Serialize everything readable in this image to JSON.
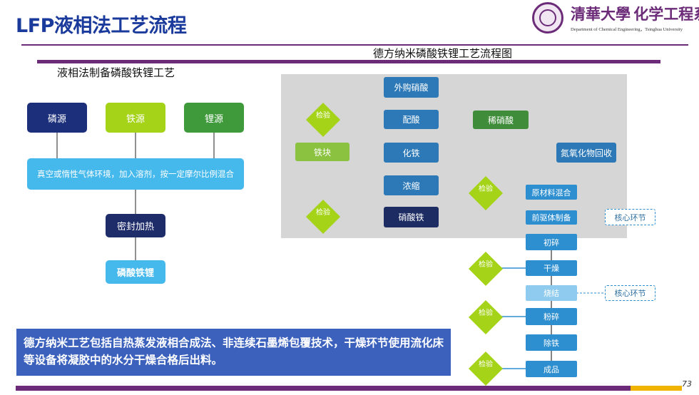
{
  "header": {
    "title": "LFP液相法工艺流程",
    "dept_cn": "化学工程系",
    "dept_en": "Department of Chemical Engineering，Tsinghua University",
    "uni_cn": "清華大學"
  },
  "subtitles": {
    "right": "德方纳米磷酸铁锂工艺流程图",
    "left": "液相法制备磷酸铁锂工艺"
  },
  "left_flow": {
    "sources": [
      "磷源",
      "铁源",
      "锂源"
    ],
    "mix": "真空或惰性气体环境，加入溶剂，按一定摩尔比例混合",
    "seal": "密封加热",
    "product": "磷酸铁锂"
  },
  "grey_flow": {
    "buy": "外购硝酸",
    "acid": "配酸",
    "dilute": "稀硝酸",
    "iron_block": "铁块",
    "melt": "化铁",
    "recover": "氮氧化物回收",
    "concentrate": "浓缩",
    "ferric": "硝酸铁",
    "check": "检验"
  },
  "right_flow": {
    "steps": [
      "原材料混合",
      "前驱体制备",
      "初碎",
      "干燥",
      "烧结",
      "粉碎",
      "除铁",
      "成品"
    ],
    "core": "核心环节",
    "check": "检验"
  },
  "note": "德方纳米工艺包括自热蒸发液相合成法、非连续石墨烯包覆技术，干燥环节使用流化床等设备将凝胶中的水分干燥合格后出料。",
  "page_number": "73"
}
